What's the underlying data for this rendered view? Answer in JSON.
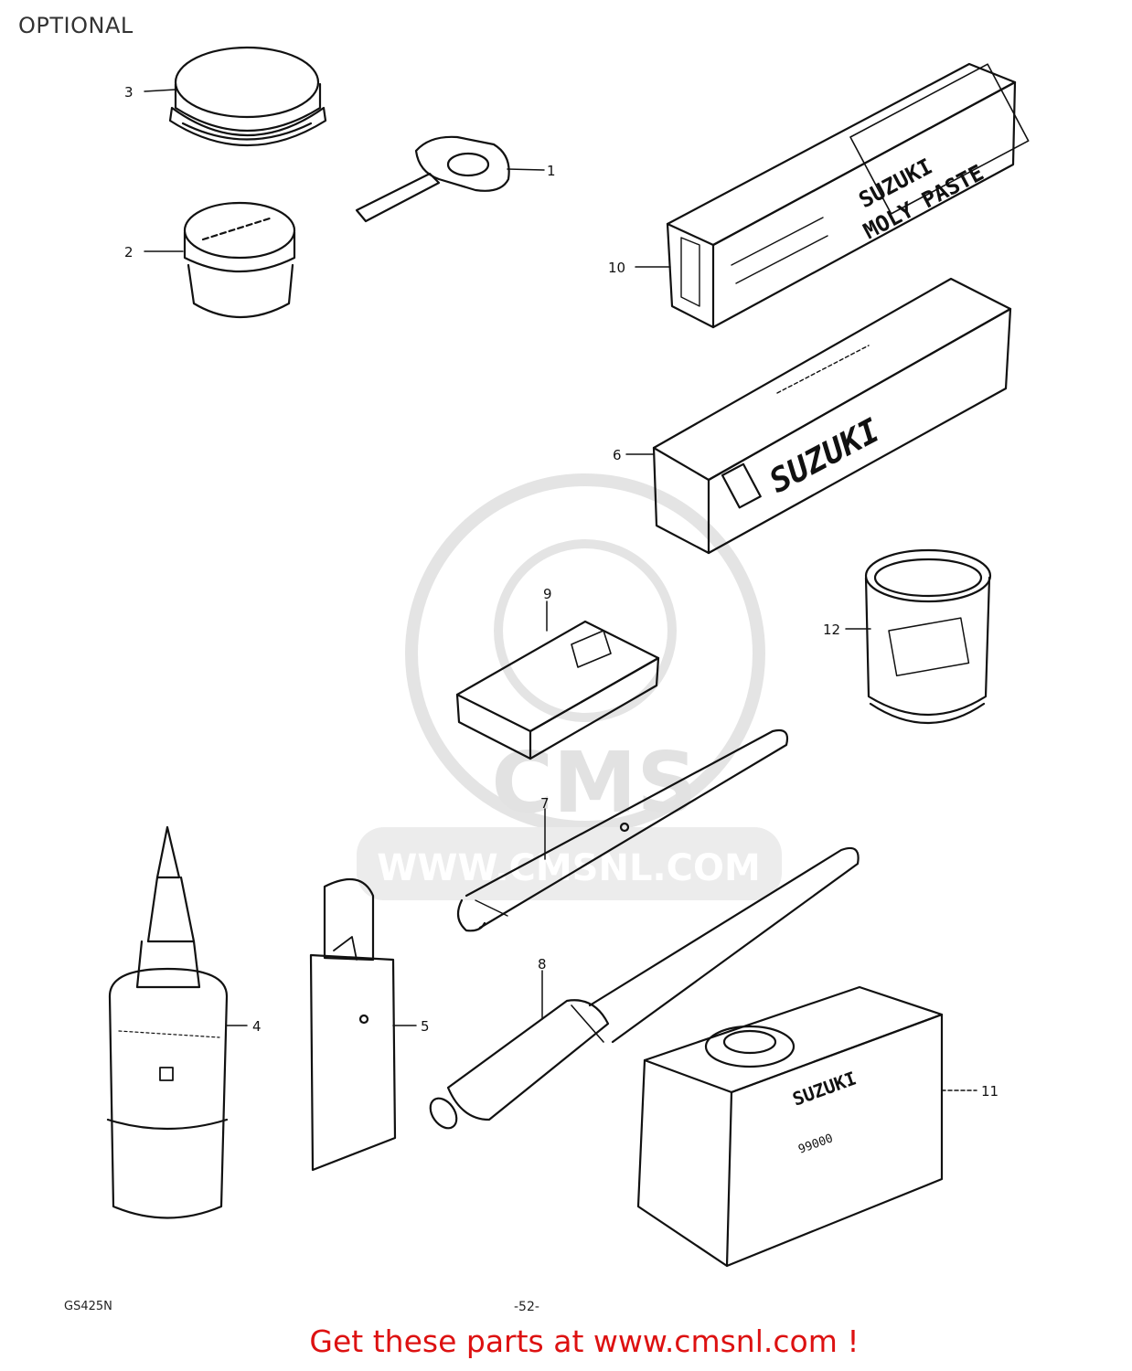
{
  "header": {
    "title": "OPTIONAL"
  },
  "callouts": [
    "1",
    "2",
    "3",
    "4",
    "5",
    "6",
    "7",
    "8",
    "9",
    "10",
    "11",
    "12"
  ],
  "box_labels": {
    "item10_brand": "SUZUKI",
    "item10_product": "MOLY PASTE",
    "item6_brand": "SUZUKI",
    "item11_brand": "SUZUKI",
    "item11_code": "99000"
  },
  "watermark": {
    "brand": "CMS",
    "url": "WWW.CMSNL.COM"
  },
  "footer": {
    "drawing_code": "GS425N",
    "page": "-52-"
  },
  "cta": {
    "text": "Get these parts at www.cmsnl.com !"
  },
  "colors": {
    "line": "#111111",
    "watermark": "#e6e6e6",
    "cta": "#dd1111"
  }
}
